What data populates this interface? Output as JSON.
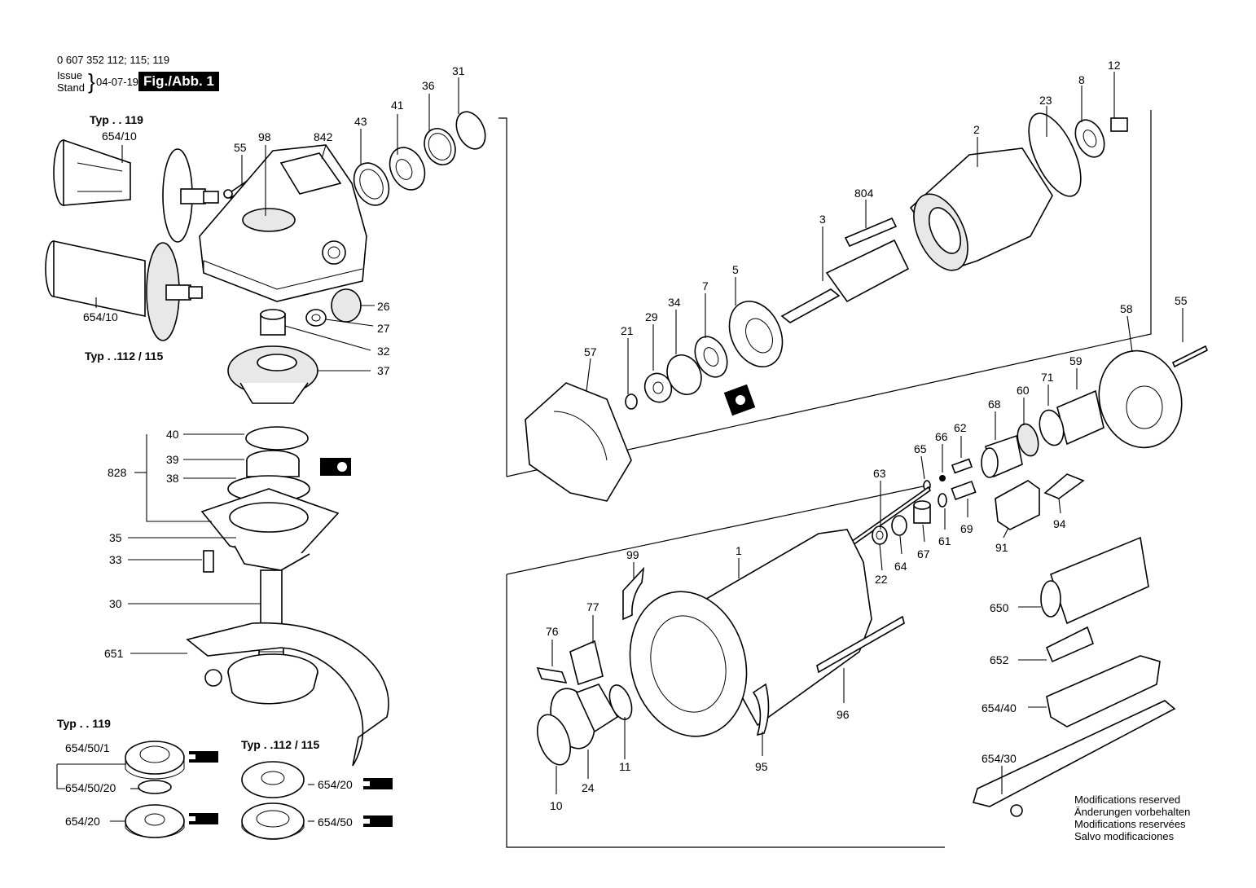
{
  "header": {
    "part_numbers": "0 607 352 112; 115; 119",
    "issue_label": "Issue",
    "stand_label": "Stand",
    "date": "04-07-19",
    "figure_label": "Fig./Abb. 1"
  },
  "group_labels": {
    "typ_119_top": "Typ . . 119",
    "typ_112_115_left": "Typ . .112 / 115",
    "typ_119_bottom": "Typ . . 119",
    "typ_112_115_bottom": "Typ . .112 / 115"
  },
  "callouts": {
    "c654_10_a": "654/10",
    "c654_10_b": "654/10",
    "c55_a": "55",
    "c98": "98",
    "c842": "842",
    "c43": "43",
    "c41": "41",
    "c36": "36",
    "c31": "31",
    "c26": "26",
    "c27": "27",
    "c32": "32",
    "c37": "37",
    "c40": "40",
    "c39": "39",
    "c38": "38",
    "c828": "828",
    "c35": "35",
    "c33": "33",
    "c30": "30",
    "c651": "651",
    "c654_50_1": "654/50/1",
    "c654_50_20": "654/50/20",
    "c654_20_a": "654/20",
    "c654_20_b": "654/20",
    "c654_50": "654/50",
    "c23": "23",
    "c8": "8",
    "c12": "12",
    "c2": "2",
    "c804": "804",
    "c3": "3",
    "c5": "5",
    "c7": "7",
    "c34": "34",
    "c29": "29",
    "c21": "21",
    "c57": "57",
    "c55_b": "55",
    "c58": "58",
    "c59": "59",
    "c71": "71",
    "c60": "60",
    "c68": "68",
    "c62": "62",
    "c66": "66",
    "c65": "65",
    "c63": "63",
    "c69": "69",
    "c61": "61",
    "c67": "67",
    "c64": "64",
    "c22": "22",
    "c91": "91",
    "c94": "94",
    "c1": "1",
    "c99": "99",
    "c77": "77",
    "c76": "76",
    "c650": "650",
    "c652": "652",
    "c654_40": "654/40",
    "c654_30": "654/30",
    "c96": "96",
    "c95": "95",
    "c11": "11",
    "c24": "24",
    "c10": "10"
  },
  "notice": {
    "line1": "Modifications reserved",
    "line2": "Änderungen vorbehalten",
    "line3": "Modifications reservées",
    "line4": "Salvo modificaciones"
  }
}
